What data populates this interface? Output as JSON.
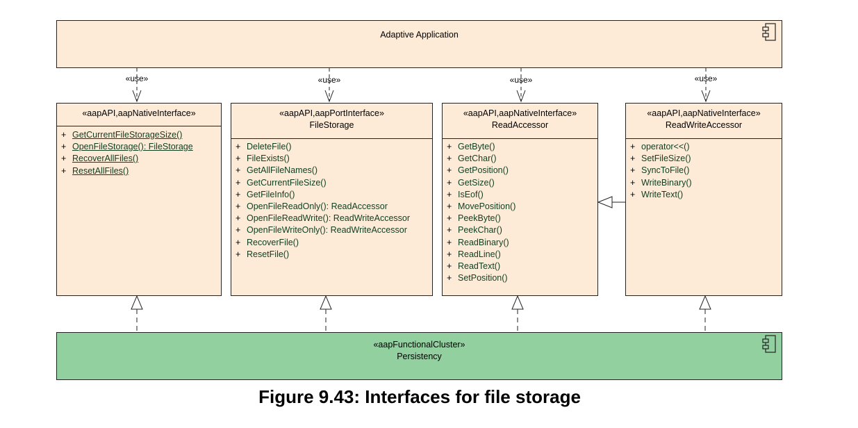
{
  "adaptive_application": {
    "label": "Adaptive Application",
    "icon": "component-icon"
  },
  "use_label": "«use»",
  "interfaces": [
    {
      "stereotype": "«aapAPI,aapNativeInterface»",
      "name": "",
      "operations": [
        {
          "vis": "+",
          "text": "GetCurrentFileStorageSize()"
        },
        {
          "vis": "+",
          "text": "OpenFileStorage(): FileStorage"
        },
        {
          "vis": "+",
          "text": "RecoverAllFiles()"
        },
        {
          "vis": "+",
          "text": "ResetAllFiles()"
        }
      ]
    },
    {
      "stereotype": "«aapAPI,aapPortInterface»",
      "name": "FileStorage",
      "operations": [
        {
          "vis": "+",
          "text": "DeleteFile()"
        },
        {
          "vis": "+",
          "text": "FileExists()"
        },
        {
          "vis": "+",
          "text": "GetAllFileNames()"
        },
        {
          "vis": "+",
          "text": "GetCurrentFileSize()"
        },
        {
          "vis": "+",
          "text": "GetFileInfo()"
        },
        {
          "vis": "+",
          "text": "OpenFileReadOnly(): ReadAccessor"
        },
        {
          "vis": "+",
          "text": "OpenFileReadWrite(): ReadWriteAccessor"
        },
        {
          "vis": "+",
          "text": "OpenFileWriteOnly(): ReadWriteAccessor"
        },
        {
          "vis": "+",
          "text": "RecoverFile()"
        },
        {
          "vis": "+",
          "text": "ResetFile()"
        }
      ]
    },
    {
      "stereotype": "«aapAPI,aapNativeInterface»",
      "name": "ReadAccessor",
      "operations": [
        {
          "vis": "+",
          "text": "GetByte()"
        },
        {
          "vis": "+",
          "text": "GetChar()"
        },
        {
          "vis": "+",
          "text": "GetPosition()"
        },
        {
          "vis": "+",
          "text": "GetSize()"
        },
        {
          "vis": "+",
          "text": "IsEof()"
        },
        {
          "vis": "+",
          "text": "MovePosition()"
        },
        {
          "vis": "+",
          "text": "PeekByte()"
        },
        {
          "vis": "+",
          "text": "PeekChar()"
        },
        {
          "vis": "+",
          "text": "ReadBinary()"
        },
        {
          "vis": "+",
          "text": "ReadLine()"
        },
        {
          "vis": "+",
          "text": "ReadText()"
        },
        {
          "vis": "+",
          "text": "SetPosition()"
        }
      ]
    },
    {
      "stereotype": "«aapAPI,aapNativeInterface»",
      "name": "ReadWriteAccessor",
      "operations": [
        {
          "vis": "+",
          "text": "operator<<()"
        },
        {
          "vis": "+",
          "text": "SetFileSize()"
        },
        {
          "vis": "+",
          "text": "SyncToFile()"
        },
        {
          "vis": "+",
          "text": "WriteBinary()"
        },
        {
          "vis": "+",
          "text": "WriteText()"
        }
      ]
    }
  ],
  "persistency": {
    "stereotype": "«aapFunctionalCluster»",
    "name": "Persistency",
    "icon": "component-icon"
  },
  "caption": "Figure 9.43: Interfaces for file storage"
}
